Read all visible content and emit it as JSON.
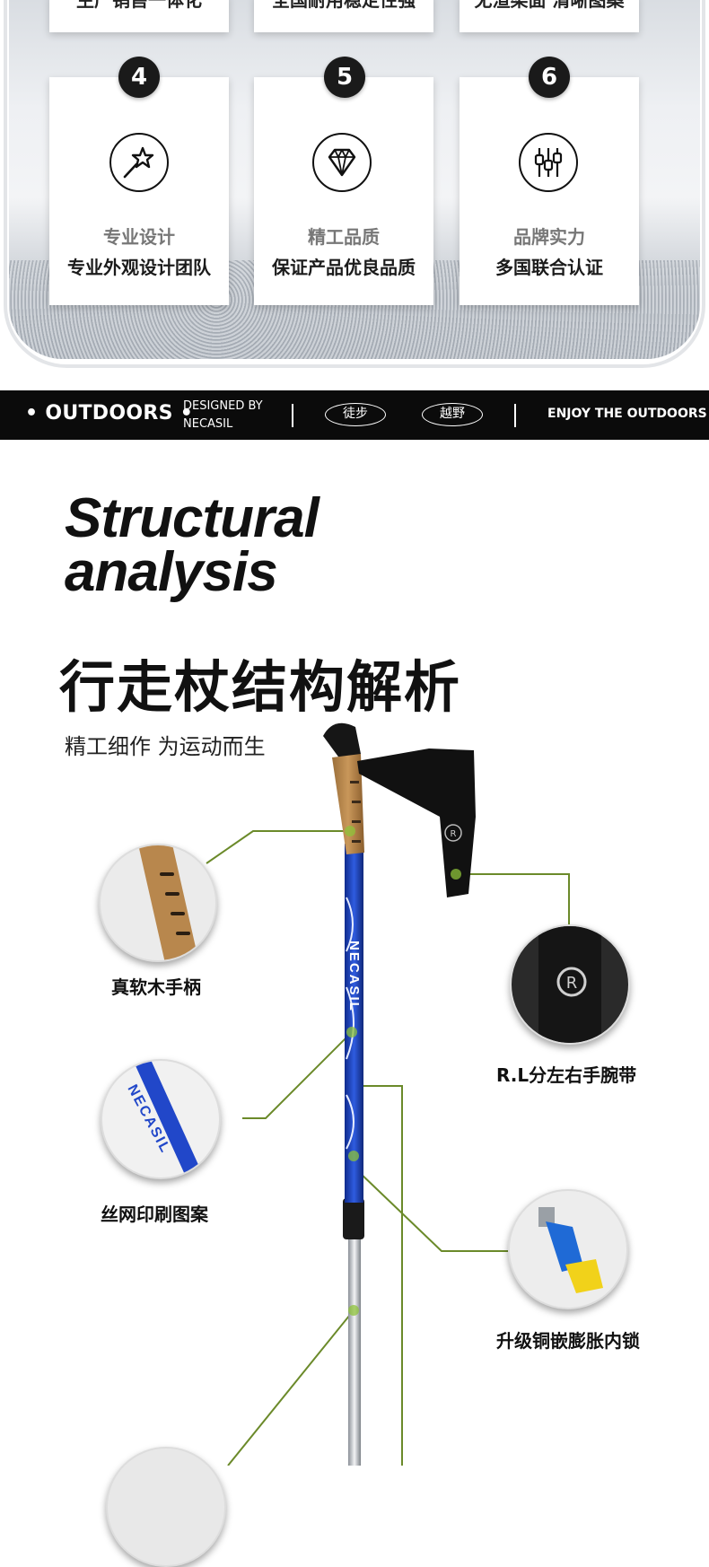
{
  "features_top_row": [
    "生产销售一体化",
    "全国耐用稳定性强",
    "无渲染面 清晰图案"
  ],
  "features": [
    {
      "number": "4",
      "icon": "magic-wand-icon",
      "title": "专业设计",
      "desc": "专业外观设计团队"
    },
    {
      "number": "5",
      "icon": "diamond-icon",
      "title": "精工品质",
      "desc": "保证产品优良品质"
    },
    {
      "number": "6",
      "icon": "sliders-icon",
      "title": "品牌实力",
      "desc": "多国联合认证"
    }
  ],
  "banner": {
    "outdoors": "• OUTDOORS •",
    "designed_by_1": "DESIGNED BY",
    "designed_by_2": "NECASIL",
    "tag1": "徒步",
    "tag2": "越野",
    "enjoy": "ENJOY THE OUTDOORS"
  },
  "heading": {
    "english_line1": "Structural",
    "english_line2": "analysis",
    "chinese": "行走杖结构解析",
    "subtitle": "精工细作 为运动而生"
  },
  "pole_brand": "NECASIL",
  "wrist_logo": "R",
  "callouts": [
    {
      "label": "真软木手柄",
      "image": "cork-handle"
    },
    {
      "label": "R.L分左右手腕带",
      "image": "wrist-strap"
    },
    {
      "label": "丝网印刷图案",
      "image": "screen-print-pattern"
    },
    {
      "label": "升级铜嵌膨胀内锁",
      "image": "expansion-lock"
    }
  ],
  "colors": {
    "accent_line": "#6b8a2a",
    "pole_blue": "#1d3fb0",
    "banner_bg": "#0b0b0b"
  }
}
